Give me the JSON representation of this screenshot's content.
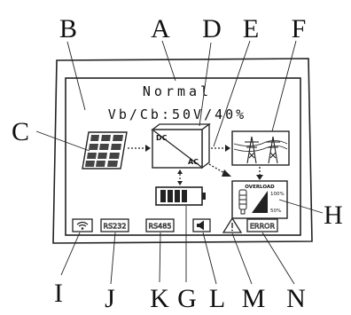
{
  "lcd": {
    "status_text": "Normal",
    "readout_text": "Vb/Cb:50V/40%"
  },
  "blocks": {
    "converter_dc": "DC",
    "converter_ac": "AC",
    "overload_title": "OVERLOAD",
    "overload_high": "100%",
    "overload_low": "50%"
  },
  "indicators": {
    "rs232": "RS232",
    "rs485": "RS485",
    "error": "ERROR"
  },
  "callouts": {
    "A": "A",
    "B": "B",
    "C": "C",
    "D": "D",
    "E": "E",
    "F": "F",
    "G": "G",
    "H": "H",
    "I": "I",
    "J": "J",
    "K": "K",
    "L": "L",
    "M": "M",
    "N": "N"
  },
  "icons": [
    "solar-panel-icon",
    "dc-ac-converter-icon",
    "power-tower-icon",
    "battery-icon",
    "overload-meter-icon",
    "wifi-icon",
    "speaker-icon",
    "warning-icon"
  ]
}
